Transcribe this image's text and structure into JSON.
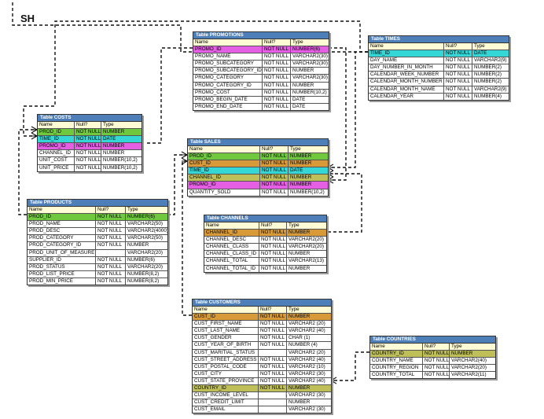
{
  "schema": "SH",
  "colors": {
    "title_bar": "#4f7fb8",
    "header": "#fffbd5",
    "green": "#6fc83e",
    "cyan": "#34d6d6",
    "magenta": "#e45fe4",
    "orange": "#d89a38",
    "olive": "#bfbf5a"
  },
  "tables": [
    {
      "id": "promotions",
      "title": "Table PROMOTIONS",
      "header": [
        "Name",
        "Null?",
        "Type"
      ],
      "rows": [
        {
          "name": "PROMO_ID",
          "null": "NOT NULL",
          "type": "NUMBER(6)",
          "hl": "magenta"
        },
        {
          "name": "PROMO_NAME",
          "null": "NOT NULL",
          "type": "VARCHAR2(30)"
        },
        {
          "name": "PROMO_SUBCATEGORY",
          "null": "NOT NULL",
          "type": "VARCHAR2(30)"
        },
        {
          "name": "PROMO_SUBCATEGORY_ID",
          "null": "NOT NULL",
          "type": "NUMBER"
        },
        {
          "name": "PROMO_CATEGORY",
          "null": "NOT NULL",
          "type": "VARCHAR2(30)"
        },
        {
          "name": "PROMO_CATEGORY_ID",
          "null": "NOT NULL",
          "type": "NUMBER"
        },
        {
          "name": "PROMO_COST",
          "null": "NOT NULL",
          "type": "NUMBER(10,2)"
        },
        {
          "name": "PROMO_BEGIN_DATE",
          "null": "NOT NULL",
          "type": "DATE"
        },
        {
          "name": "PROMO_END_DATE",
          "null": "NOT NULL",
          "type": "DATE"
        }
      ]
    },
    {
      "id": "times",
      "title": "Table TIMES",
      "header": [
        "Name",
        "Null?",
        "Type"
      ],
      "rows": [
        {
          "name": "TIME_ID",
          "null": "NOT NULL",
          "type": "DATE",
          "hl": "cyan"
        },
        {
          "name": "DAY_NAME",
          "null": "NOT NULL",
          "type": "VARCHAR2(9)"
        },
        {
          "name": "DAY_NUMBER_IN_MONTH",
          "null": "NOT NULL",
          "type": "NUMBER(2)"
        },
        {
          "name": "CALENDAR_WEEK_NUMBER",
          "null": "NOT NULL",
          "type": "NUMBER(2)"
        },
        {
          "name": "CALENDAR_MONTH_NUMBER",
          "null": "NOT NULL",
          "type": "NUMBER(2)"
        },
        {
          "name": "CALENDAR_MONTH_NAME",
          "null": "NOT NULL",
          "type": "VARCHAR2(9)"
        },
        {
          "name": "CALENDAR_YEAR",
          "null": "NOT NULL",
          "type": "NUMBER(4)"
        }
      ]
    },
    {
      "id": "costs",
      "title": "Table COSTS",
      "header": [
        "Name",
        "Null?",
        "Type"
      ],
      "rows": [
        {
          "name": "PROD_ID",
          "null": "NOT NULL",
          "type": "NUMBER",
          "hl": "green"
        },
        {
          "name": "TIME_ID",
          "null": "NOT NULL",
          "type": "DATE",
          "hl": "cyan"
        },
        {
          "name": "PROMO_ID",
          "null": "NOT NULL",
          "type": "NUMBER",
          "hl": "magenta"
        },
        {
          "name": "CHANNEL_ID",
          "null": "NOT NULL",
          "type": "NUMBER"
        },
        {
          "name": "UNIT_COST",
          "null": "NOT NULL",
          "type": "NUMBER(10,2)"
        },
        {
          "name": "UNIT_PRICE",
          "null": "NOT NULL",
          "type": "NUMBER(10,2)"
        }
      ]
    },
    {
      "id": "sales",
      "title": "Table SALES",
      "header": [
        "Name",
        "Null?",
        "Type"
      ],
      "rows": [
        {
          "name": "PROD_ID",
          "null": "NOT NULL",
          "type": "NUMBER",
          "hl": "green"
        },
        {
          "name": "CUST_ID",
          "null": "NOT NULL",
          "type": "NUMBER",
          "hl": "orange"
        },
        {
          "name": "TIME_ID",
          "null": "NOT NULL",
          "type": "DATE",
          "hl": "cyan"
        },
        {
          "name": "CHANNEL_ID",
          "null": "NOT NULL",
          "type": "NUMBER",
          "hl": "olive"
        },
        {
          "name": "PROMO_ID",
          "null": "NOT NULL",
          "type": "NUMBER",
          "hl": "magenta"
        },
        {
          "name": "QUANTITY_SOLD",
          "null": "NOT NULL",
          "type": "NUMBER(10,2)"
        }
      ]
    },
    {
      "id": "products",
      "title": "Table PRODUCTS",
      "header": [
        "Name",
        "Null?",
        "Type"
      ],
      "rows": [
        {
          "name": "PROD_ID",
          "null": "NOT NULL",
          "type": "NUMBER(6)",
          "hl": "green"
        },
        {
          "name": "PROD_NAME",
          "null": "NOT NULL",
          "type": "VARCHAR2(50)"
        },
        {
          "name": "PROD_DESC",
          "null": "NOT NULL",
          "type": "VARCHAR2(4000)"
        },
        {
          "name": "PROD_CATEGORY",
          "null": "NOT NULL",
          "type": "VARCHAR2(50)"
        },
        {
          "name": "PROD_CATEGORY_ID",
          "null": "NOT NULL",
          "type": "NUMBER"
        },
        {
          "name": "PROD_UNIT_OF_MEASURE",
          "null": "",
          "type": "VARCHAR2(20)"
        },
        {
          "name": "SUPPLIER_ID",
          "null": "NOT NULL",
          "type": "NUMBER(6)"
        },
        {
          "name": "PROD_STATUS",
          "null": "NOT NULL",
          "type": "VARCHAR2(20)"
        },
        {
          "name": "PROD_LIST_PRICE",
          "null": "NOT NULL",
          "type": "NUMBER(8,2)"
        },
        {
          "name": "PROD_MIN_PRICE",
          "null": "NOT NULL",
          "type": "NUMBER(8,2)"
        }
      ]
    },
    {
      "id": "channels",
      "title": "Table CHANNELS",
      "header": [
        "Name",
        "Null?",
        "Type"
      ],
      "rows": [
        {
          "name": "CHANNEL_ID",
          "null": "NOT NULL",
          "type": "NUMBER",
          "hl": "orange"
        },
        {
          "name": "CHANNEL_DESC",
          "null": "NOT NULL",
          "type": "VARCHAR2(20)"
        },
        {
          "name": "CHANNEL_CLASS",
          "null": "NOT NULL",
          "type": "VARCHAR2(20)"
        },
        {
          "name": "CHANNEL_CLASS_ID",
          "null": "NOT NULL",
          "type": "NUMBER"
        },
        {
          "name": "CHANNEL_TOTAL",
          "null": "NOT NULL",
          "type": "VARCHAR2(13)"
        },
        {
          "name": "CHANNEL_TOTAL_ID",
          "null": "NOT NULL",
          "type": "NUMBER"
        }
      ]
    },
    {
      "id": "customers",
      "title": "Table CUSTOMERS",
      "header": [
        "Name",
        "Null?",
        "Type"
      ],
      "rows": [
        {
          "name": "CUST_ID",
          "null": "NOT NULL",
          "type": "NUMBER",
          "hl": "orange"
        },
        {
          "name": "CUST_FIRST_NAME",
          "null": "NOT NULL",
          "type": "VARCHAR2 (20)"
        },
        {
          "name": "CUST_LAST_NAME",
          "null": "NOT NULL",
          "type": "VARCHAR2 (40)"
        },
        {
          "name": "CUST_GENDER",
          "null": "NOT NULL",
          "type": "CHAR (1)"
        },
        {
          "name": "CUST_YEAR_OF_BIRTH",
          "null": "NOT NULL",
          "type": "NUMBER (4)"
        },
        {
          "name": "CUST_MARITIAL_STATUS",
          "null": "",
          "type": "VARCHAR2 (20)"
        },
        {
          "name": "CUST_STREET_ADDRESS",
          "null": "NOT NULL",
          "type": "VARCHAR2 (40)"
        },
        {
          "name": "CUST_POSTAL_CODE",
          "null": "NOT NULL",
          "type": "VARCHAR2 (10)"
        },
        {
          "name": "CUST_CITY",
          "null": "NOT NULL",
          "type": "VARCHAR2 (30)"
        },
        {
          "name": "CUST_STATE_PROVINCE",
          "null": "NOT NULL",
          "type": "VARCHAR2 (40)"
        },
        {
          "name": "COUNTRY_ID",
          "null": "NOT NULL",
          "type": "NUMBER",
          "hl": "olive"
        },
        {
          "name": "CUST_INCOME_LEVEL",
          "null": "",
          "type": "VARCHAR2 (30)"
        },
        {
          "name": "CUST_CREDIT_LIMIT",
          "null": "",
          "type": "NUMBER"
        },
        {
          "name": "CUST_EMAIL",
          "null": "",
          "type": "VARCHAR2 (30)"
        }
      ]
    },
    {
      "id": "countries",
      "title": "Table COUNTRIES",
      "header": [
        "Name",
        "Null?",
        "Type"
      ],
      "rows": [
        {
          "name": "COUNTRY_ID",
          "null": "NOT NULL",
          "type": "NUMBER",
          "hl": "olive"
        },
        {
          "name": "COUNTRY_NAME",
          "null": "NOT NULL",
          "type": "VARCHAR2(40)"
        },
        {
          "name": "COUNTRY_REGION",
          "null": "NOT NULL",
          "type": "VARCHAR2(20)"
        },
        {
          "name": "COUNTRY_TOTAL",
          "null": "NOT NULL",
          "type": "VARCHAR2(11)"
        }
      ]
    }
  ]
}
